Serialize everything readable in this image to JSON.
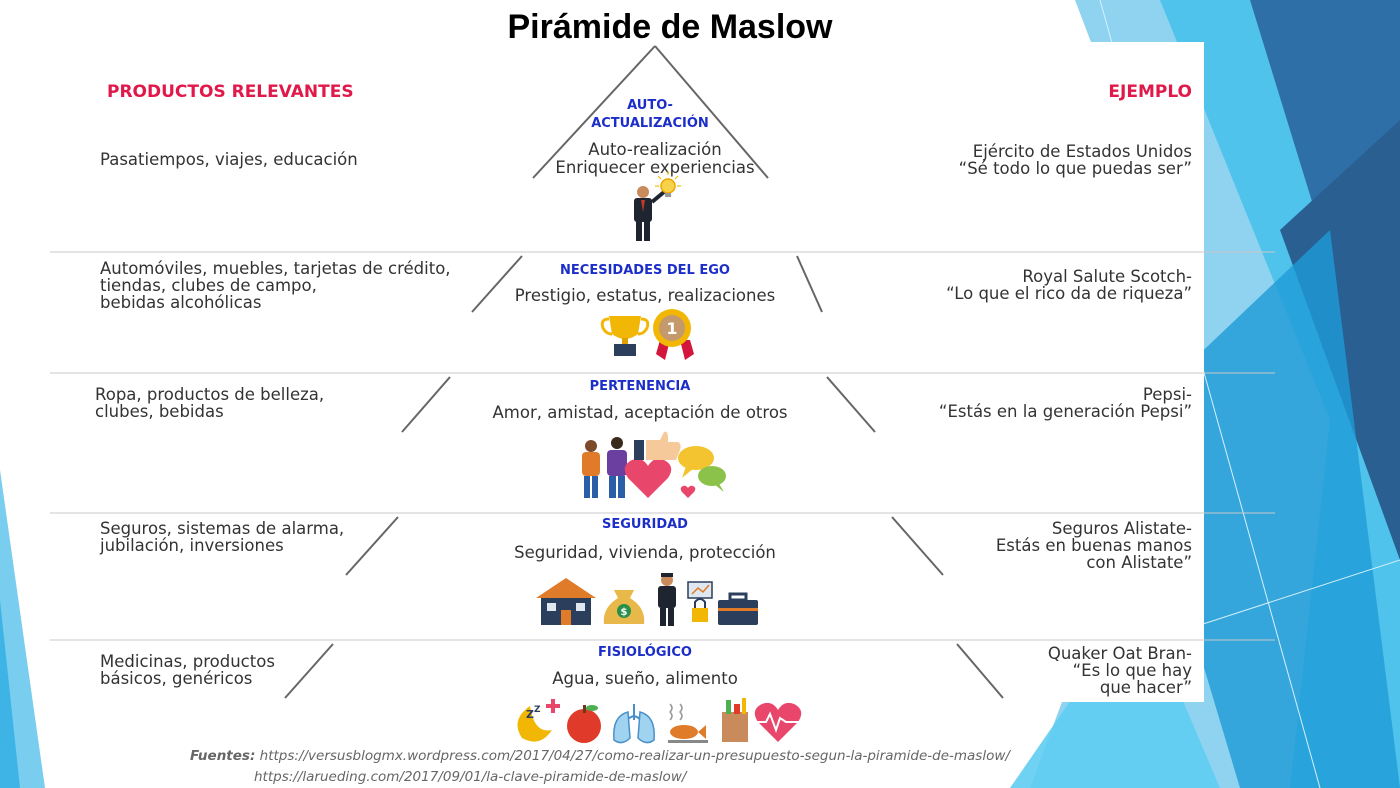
{
  "title": "Pirámide de Maslow",
  "columns": {
    "left_heading": "PRODUCTOS RELEVANTES",
    "right_heading": "EJEMPLO"
  },
  "levels": [
    {
      "name": "AUTO-\nACTUALIZACIÓN",
      "needs": "Auto-realización\nEnriquecer experiencias",
      "products": "Pasatiempos, viajes, educación",
      "example": "Ejército de Estados Unidos\n“Sé todo lo que puedas ser”",
      "icons": [
        "businessman-icon",
        "lightbulb-icon"
      ]
    },
    {
      "name": "NECESIDADES DEL EGO",
      "needs": "Prestigio, estatus, realizaciones",
      "products": "Automóviles, muebles, tarjetas de crédito,\ntiendas, clubes de campo,\nbebidas alcohólicas",
      "example": "Royal Salute Scotch-\n“Lo que el rico da de riqueza”",
      "icons": [
        "trophy-icon",
        "medal-icon"
      ]
    },
    {
      "name": "PERTENENCIA",
      "needs": "Amor, amistad, aceptación de otros",
      "products": "Ropa, productos de belleza,\nclubes, bebidas",
      "example": "Pepsi-\n“Estás en la generación Pepsi”",
      "icons": [
        "couple-icon",
        "heart-icon",
        "thumbs-up-icon",
        "chat-bubbles-icon"
      ]
    },
    {
      "name": "SEGURIDAD",
      "needs": "Seguridad, vivienda, protección",
      "products": "Seguros, sistemas de alarma,\njubilación, inversiones",
      "example": "Seguros Alistate-\nEstás en buenas manos\ncon Alistate”",
      "icons": [
        "house-icon",
        "money-bag-icon",
        "guard-icon",
        "lock-icon",
        "briefcase-icon"
      ]
    },
    {
      "name": "FISIOLÓGICO",
      "needs": "Agua, sueño, alimento",
      "products": "Medicinas, productos\nbásicos, genéricos",
      "example": "Quaker Oat Bran-\n“Es lo que hay\nque hacer”",
      "icons": [
        "sleep-moon-icon",
        "apple-icon",
        "lungs-icon",
        "fish-icon",
        "groceries-icon",
        "heartbeat-icon"
      ]
    }
  ],
  "sources": {
    "label": "Fuentes:",
    "urls": [
      "https://versusblogmx.wordpress.com/2017/04/27/como-realizar-un-presupuesto-segun-la-piramide-de-maslow/",
      "https://larueding.com/2017/09/01/la-clave-piramide-de-maslow/"
    ]
  },
  "colors": {
    "title_text": "#000000",
    "heading_red": "#e0194a",
    "level_blue": "#1c2ec9",
    "body_text": "#333333",
    "bg_blue_dark": "#2f6fa8",
    "bg_blue_light": "#4fc3ec"
  }
}
